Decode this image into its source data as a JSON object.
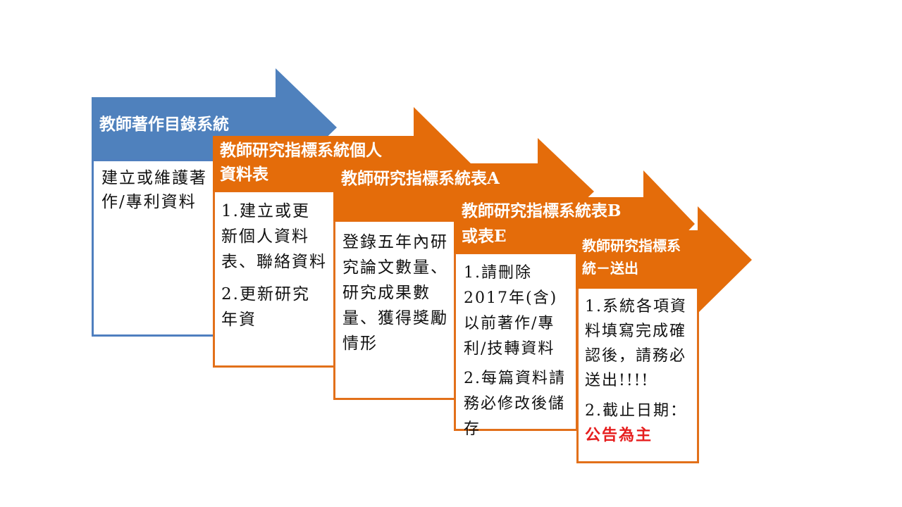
{
  "colors": {
    "blue": "#4f81bd",
    "orange": "#e46c0a",
    "highlight_red": "#e61e1e"
  },
  "steps": [
    {
      "title": "教師著作目錄系統",
      "items": [
        "建立或維護著作/專利資料"
      ]
    },
    {
      "title": "教師研究指標系統個人資料表",
      "items": [
        "1.建立或更新個人資料表、聯絡資料",
        "2.更新研究年資"
      ]
    },
    {
      "title": "教師研究指標系統表A",
      "items": [
        "登錄五年內研究論文數量、研究成果數量、獲得獎勵情形"
      ]
    },
    {
      "title": "教師研究指標系統表B或表E",
      "items": [
        "1.請刪除2017年(含)以前著作/專利/技轉資料",
        "2.每篇資料請務必修改後儲存"
      ]
    },
    {
      "title": "教師研究指標系統－送出",
      "items": [
        "1.系統各項資料填寫完成確認後，請務必送出!!!!",
        "2.截止日期："
      ],
      "highlight": "公告為主"
    }
  ]
}
